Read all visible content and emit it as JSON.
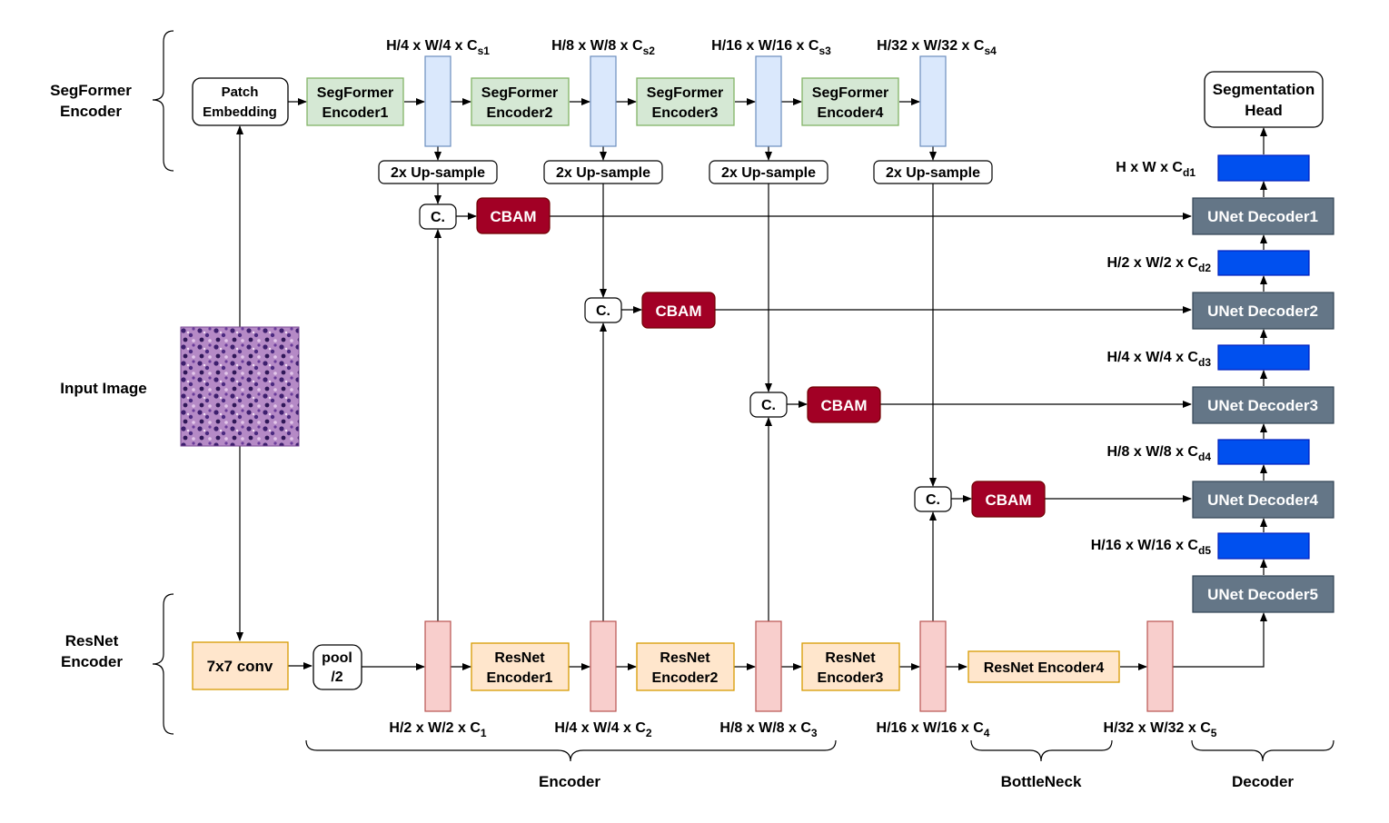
{
  "side_labels": {
    "segformer": [
      "SegFormer",
      "Encoder"
    ],
    "input": "Input Image",
    "resnet": [
      "ResNet",
      "Encoder"
    ]
  },
  "boxes": {
    "patch_embedding": [
      "Patch",
      "Embedding"
    ],
    "seg_enc1": [
      "SegFormer",
      "Encoder1"
    ],
    "seg_enc2": [
      "SegFormer",
      "Encoder2"
    ],
    "seg_enc3": [
      "SegFormer",
      "Encoder3"
    ],
    "seg_enc4": [
      "SegFormer",
      "Encoder4"
    ],
    "upsample": "2x Up-sample",
    "concat": "C.",
    "cbam": "CBAM",
    "conv": "7x7 conv",
    "pool": [
      "pool",
      "/2"
    ],
    "res_enc1": [
      "ResNet",
      "Encoder1"
    ],
    "res_enc2": [
      "ResNet",
      "Encoder2"
    ],
    "res_enc3": [
      "ResNet",
      "Encoder3"
    ],
    "res_enc4": "ResNet Encoder4",
    "seg_head": [
      "Segmentation",
      "Head"
    ],
    "unet_dec1": "UNet Decoder1",
    "unet_dec2": "UNet Decoder2",
    "unet_dec3": "UNet Decoder3",
    "unet_dec4": "UNet Decoder4",
    "unet_dec5": "UNet Decoder5"
  },
  "shapes": {
    "seg_s1": {
      "base": "H/4 x W/4 x C",
      "sub": "s1"
    },
    "seg_s2": {
      "base": "H/8 x W/8 x C",
      "sub": "s2"
    },
    "seg_s3": {
      "base": "H/16 x W/16 x C",
      "sub": "s3"
    },
    "seg_s4": {
      "base": "H/32 x W/32 x C",
      "sub": "s4"
    },
    "res_1": {
      "base": "H/2 x W/2 x C",
      "sub": "1"
    },
    "res_2": {
      "base": "H/4 x W/4 x C",
      "sub": "2"
    },
    "res_3": {
      "base": "H/8 x W/8 x C",
      "sub": "3"
    },
    "res_4": {
      "base": "H/16 x W/16 x C",
      "sub": "4"
    },
    "res_5": {
      "base": "H/32 x W/32 x C",
      "sub": "5"
    },
    "dec_1": {
      "base": "H x W x C",
      "sub": "d1"
    },
    "dec_2": {
      "base": "H/2 x W/2 x C",
      "sub": "d2"
    },
    "dec_3": {
      "base": "H/4 x W/4 x C",
      "sub": "d3"
    },
    "dec_4": {
      "base": "H/8 x W/8 x C",
      "sub": "d4"
    },
    "dec_5": {
      "base": "H/16 x W/16 x C",
      "sub": "d5"
    }
  },
  "groups": {
    "encoder": "Encoder",
    "bottleneck": "BottleNeck",
    "decoder": "Decoder"
  },
  "colors": {
    "segformer_fill": "#d5e8d4",
    "segformer_stroke": "#82b366",
    "resnet_fill": "#ffe6cc",
    "resnet_stroke": "#d79b00",
    "segfeat_fill": "#dae8fc",
    "segfeat_stroke": "#6c8ebf",
    "resfeat_fill": "#f8cecc",
    "resfeat_stroke": "#b85450",
    "cbam_fill": "#a20025",
    "cbam_stroke": "#6f0000",
    "decoder_fill": "#647687",
    "decoder_stroke": "#314354",
    "decfeat_fill": "#0050ef",
    "decfeat_stroke": "#001dbc"
  },
  "input_image": "histology-tissue-image"
}
